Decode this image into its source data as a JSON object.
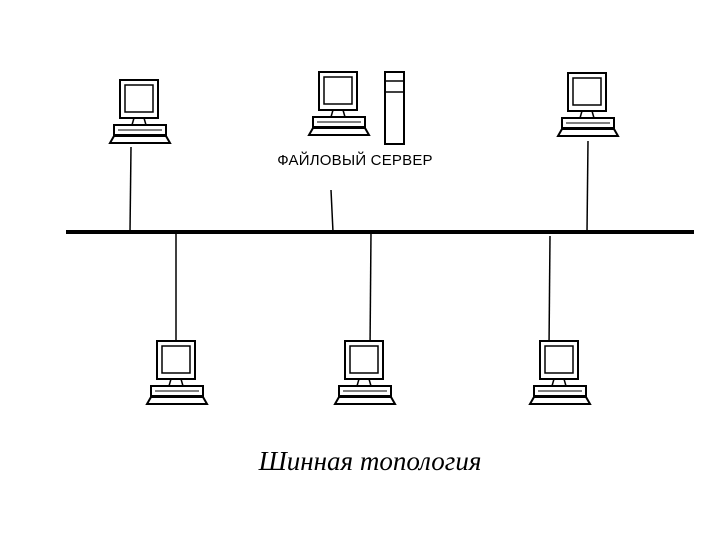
{
  "diagram": {
    "server_label": "ФАЙЛОВЫЙ СЕРВЕР",
    "caption": "Шинная топология",
    "stroke_color": "#000000",
    "background_color": "#ffffff",
    "nodes": [
      {
        "id": "pc-top-left",
        "kind": "workstation-icon",
        "bus_side": "top"
      },
      {
        "id": "pc-top-center-server",
        "kind": "workstation-icon",
        "bus_side": "top",
        "with_tower": true
      },
      {
        "id": "pc-top-right",
        "kind": "workstation-icon",
        "bus_side": "top"
      },
      {
        "id": "pc-bottom-left",
        "kind": "workstation-icon",
        "bus_side": "bottom"
      },
      {
        "id": "pc-bottom-center",
        "kind": "workstation-icon",
        "bus_side": "bottom"
      },
      {
        "id": "pc-bottom-right",
        "kind": "workstation-icon",
        "bus_side": "bottom"
      }
    ]
  }
}
